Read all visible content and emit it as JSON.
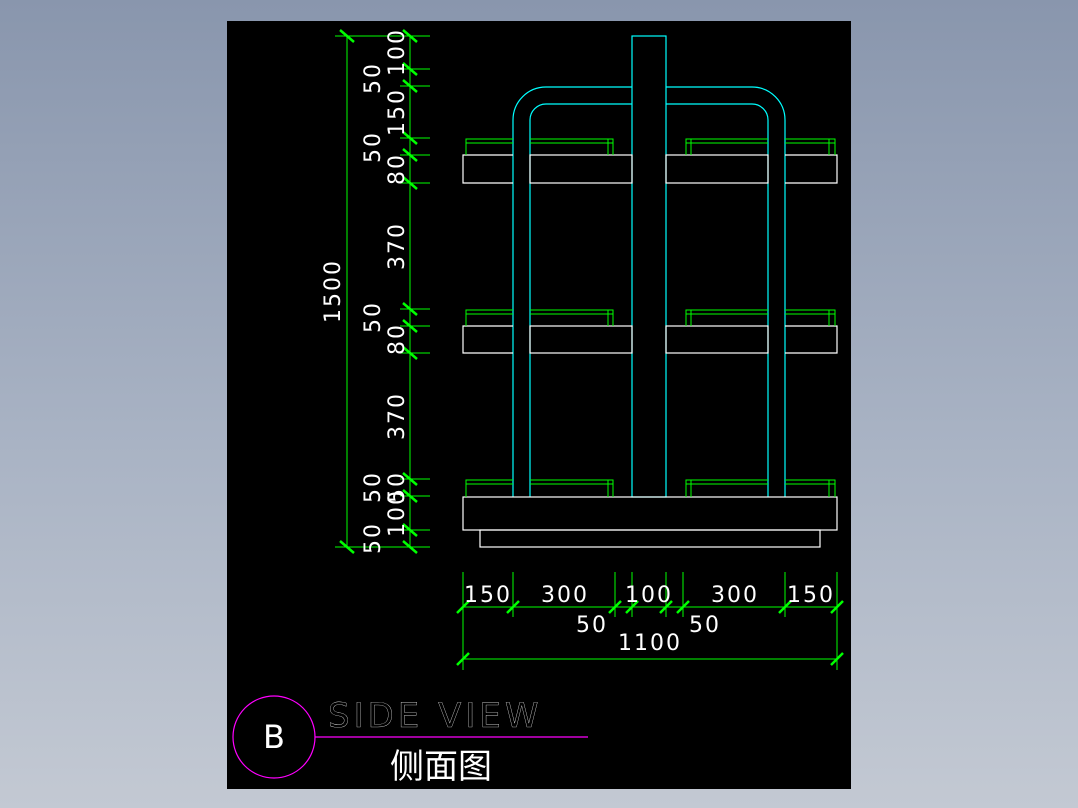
{
  "colors": {
    "frame": "#00ffff",
    "shelf": "#ffffff",
    "rail": "#00ff00",
    "dimension": "#00ff00",
    "label_circle": "#ff00ff"
  },
  "vertical_dims": {
    "total": "1500",
    "labels": [
      "100",
      "50",
      "150",
      "50",
      "80",
      "370",
      "50",
      "80",
      "370",
      "50",
      "50",
      "100",
      "50"
    ]
  },
  "horizontal_dims": {
    "top_row": [
      "150",
      "300",
      "100",
      "300",
      "150"
    ],
    "middle_row": [
      "50",
      "50"
    ],
    "total": "1100"
  },
  "title_block": {
    "marker": "B",
    "title": "SIDE VIEW",
    "subtitle": "侧面图"
  }
}
